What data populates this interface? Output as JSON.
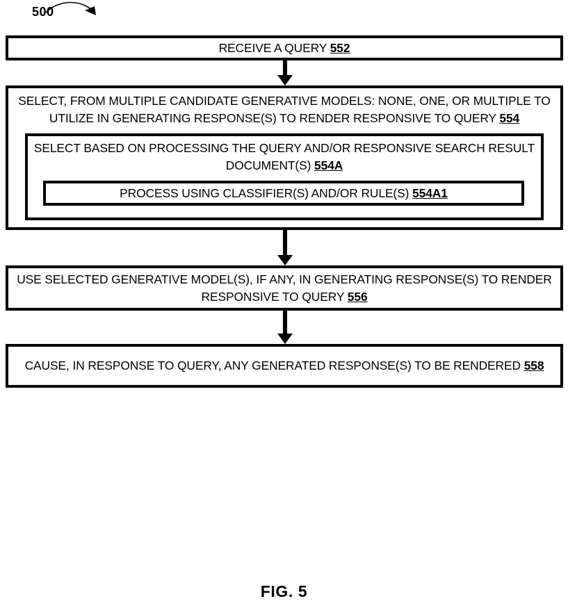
{
  "figure": {
    "reference_numeral": "500",
    "caption": "FIG. 5"
  },
  "steps": [
    {
      "id": "552",
      "text": "RECEIVE A QUERY  ",
      "number": "552"
    },
    {
      "id": "554",
      "text": "SELECT, FROM MULTIPLE CANDIDATE GENERATIVE MODELS:  NONE, ONE, OR MULTIPLE TO UTILIZE IN GENERATING RESPONSE(S) TO RENDER RESPONSIVE TO QUERY ",
      "number": "554"
    },
    {
      "id": "554A",
      "text": "SELECT BASED ON PROCESSING THE QUERY AND/OR RESPONSIVE SEARCH RESULT DOCUMENT(S)   ",
      "number": "554A"
    },
    {
      "id": "554A1",
      "text": "PROCESS USING CLASSIFIER(S) AND/OR RULE(S)   ",
      "number": "554A1"
    },
    {
      "id": "556",
      "text": "USE SELECTED GENERATIVE MODEL(S), IF ANY, IN GENERATING RESPONSE(S) TO RENDER RESPONSIVE TO QUERY  ",
      "number": "556"
    },
    {
      "id": "558",
      "text": "CAUSE, IN RESPONSE TO QUERY, ANY GENERATED RESPONSE(S) TO BE RENDERED  ",
      "number": "558"
    }
  ],
  "colors": {
    "stroke": "#000000",
    "background": "#ffffff"
  }
}
